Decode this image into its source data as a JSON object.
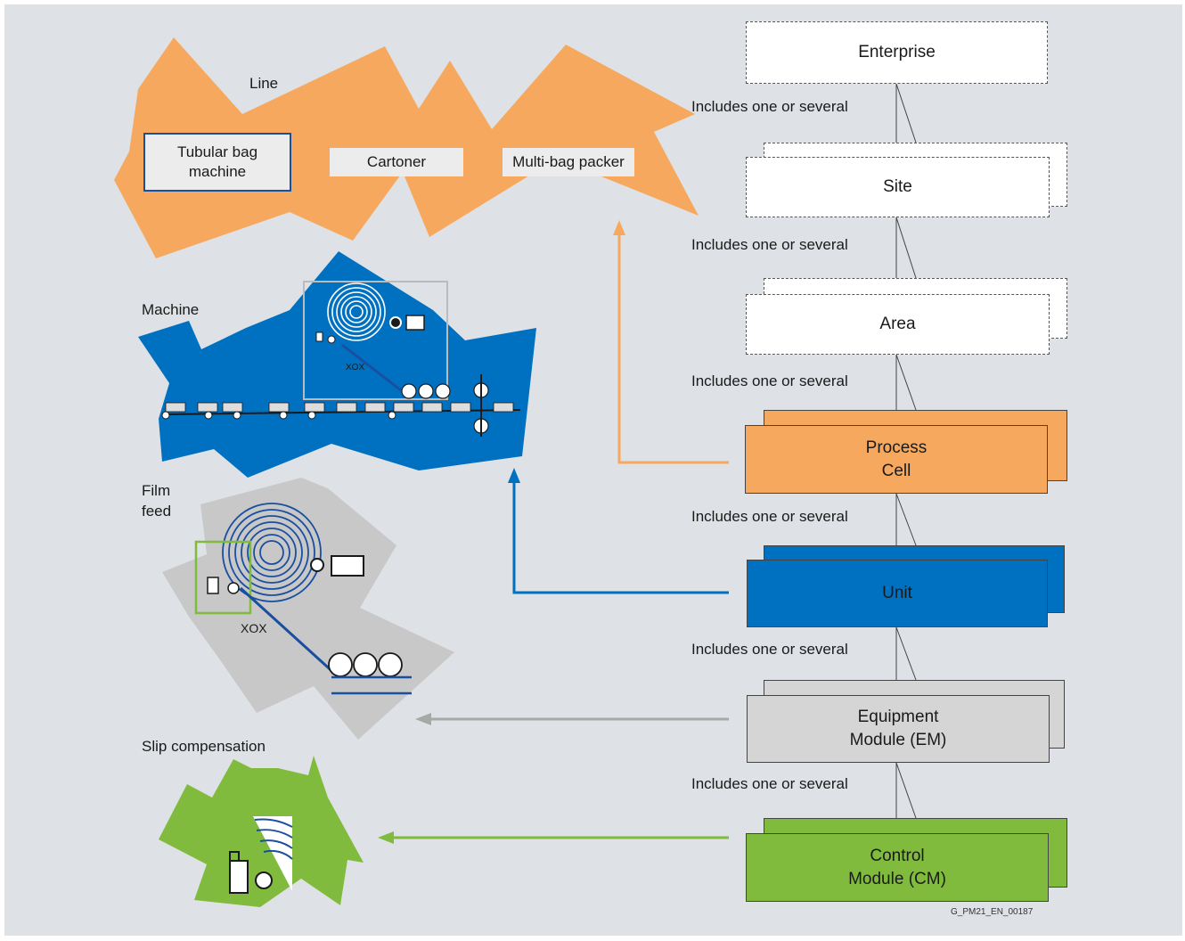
{
  "labels": {
    "line": "Line",
    "machine": "Machine",
    "film_feed": "Film\nfeed",
    "slip_compensation": "Slip compensation"
  },
  "line_machines": {
    "tubular_bag_machine": "Tubular bag\nmachine",
    "cartoner": "Cartoner",
    "multi_bag_packer": "Multi-bag packer"
  },
  "hierarchy": [
    {
      "name": "Enterprise"
    },
    {
      "name": "Site"
    },
    {
      "name": "Area"
    },
    {
      "name": "Process\nCell"
    },
    {
      "name": "Unit"
    },
    {
      "name": "Equipment\nModule (EM)"
    },
    {
      "name": "Control\nModule (CM)"
    }
  ],
  "relation_label": "Includes one or several",
  "figure_id": "G_PM21_EN_00187",
  "colors": {
    "background": "#dee2e6",
    "line_orange": "#f6a95e",
    "machine_blue": "#0070c0",
    "film_gray": "#c8c8c8",
    "control_green": "#80bb3d",
    "dark_blue": "#1a4fa0",
    "arrow_gray": "#a8a8a8"
  }
}
